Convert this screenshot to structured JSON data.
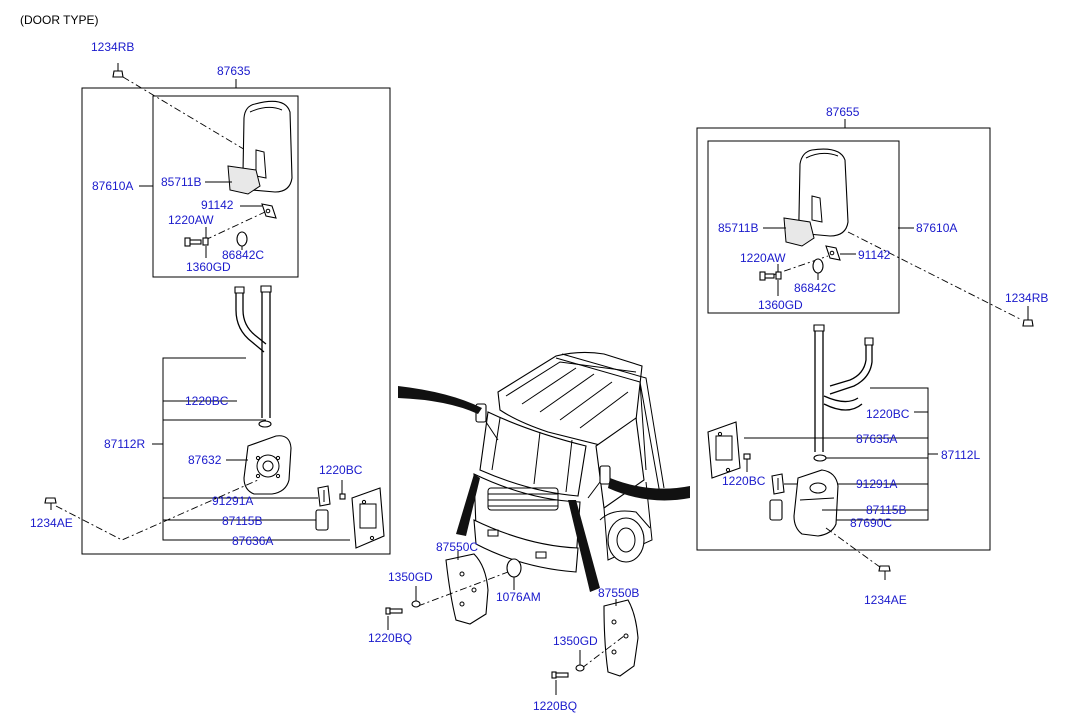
{
  "header": {
    "title": "(DOOR TYPE)"
  },
  "labels": {
    "b1234RB_left": "1234RB",
    "b87635": "87635",
    "b87610A_left": "87610A",
    "b85711B_left": "85711B",
    "b91142_left": "91142",
    "b1220AW_left": "1220AW",
    "b86842C_left": "86842C",
    "b1360GD_left": "1360GD",
    "b1220BC_left": "1220BC",
    "b87112R": "87112R",
    "b87632": "87632",
    "b1220BC_left2": "1220BC",
    "b91291A_left": "91291A",
    "b87115B_left": "87115B",
    "b87636A": "87636A",
    "b1234AE_left": "1234AE",
    "b87655": "87655",
    "b85711B_right": "85711B",
    "b87610A_right": "87610A",
    "b1220AW_right": "1220AW",
    "b91142_right": "91142",
    "b86842C_right": "86842C",
    "b1360GD_right": "1360GD",
    "b1234RB_right": "1234RB",
    "b1220BC_right": "1220BC",
    "b87635A": "87635A",
    "b87112L": "87112L",
    "b1220BC_right2": "1220BC",
    "b91291A_right": "91291A",
    "b87115B_right": "87115B",
    "b87690C": "87690C",
    "b1234AE_right": "1234AE",
    "b87550C": "87550C",
    "b1350GD_a": "1350GD",
    "b1076AM": "1076AM",
    "b1220BQ_a": "1220BQ",
    "b87550B": "87550B",
    "b1350GD_b": "1350GD",
    "b1220BQ_b": "1220BQ"
  },
  "colors": {
    "label": "#1a1acc",
    "line": "#000000"
  }
}
